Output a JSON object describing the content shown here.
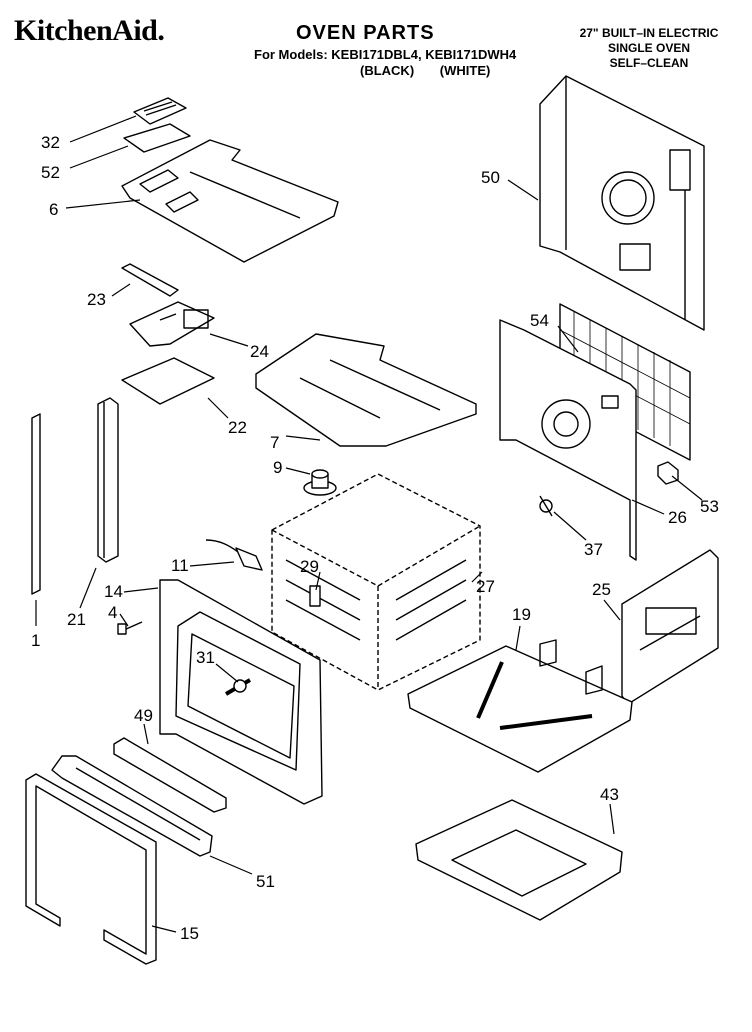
{
  "header": {
    "brand": "KitchenAid.",
    "title": "OVEN PARTS",
    "models_line": "For Models: KEBI171DBL4, KEBI171DWH4",
    "color_black": "(BLACK)",
    "color_white": "(WHITE)",
    "spec_line1": "27\" BUILT–IN ELECTRIC",
    "spec_line2": "SINGLE OVEN",
    "spec_line3": "SELF–CLEAN"
  },
  "part_labels": {
    "p32": "32",
    "p52": "52",
    "p6": "6",
    "p50": "50",
    "p23": "23",
    "p24": "24",
    "p54": "54",
    "p22": "22",
    "p7": "7",
    "p9": "9",
    "p53": "53",
    "p26": "26",
    "p11": "11",
    "p37": "37",
    "p29": "29",
    "p27": "27",
    "p14": "14",
    "p25": "25",
    "p4": "4",
    "p21": "21",
    "p19": "19",
    "p1": "1",
    "p31": "31",
    "p49": "49",
    "p43": "43",
    "p51": "51",
    "p15": "15"
  }
}
